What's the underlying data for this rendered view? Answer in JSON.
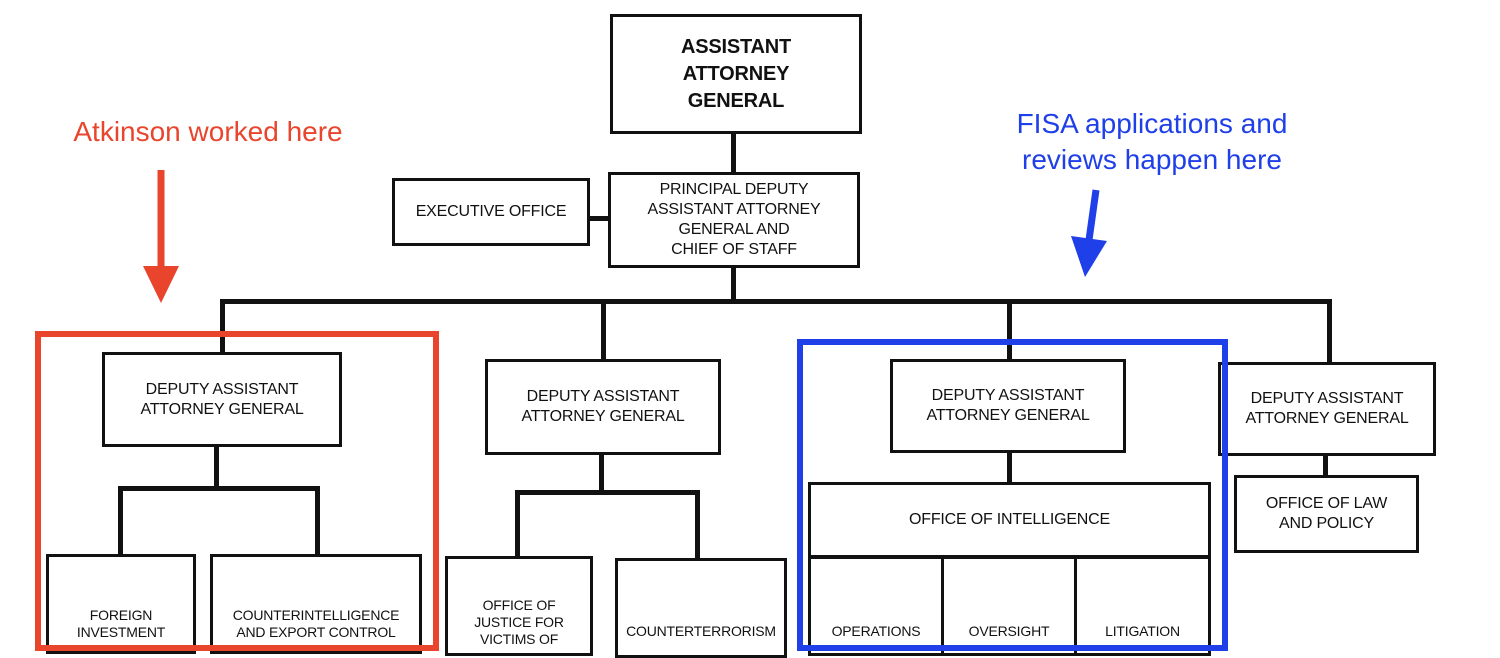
{
  "org_chart": {
    "top": "ASSISTANT\nATTORNEY\nGENERAL",
    "executive_office": "EXECUTIVE OFFICE",
    "principal_deputy": "PRINCIPAL DEPUTY\nASSISTANT ATTORNEY\nGENERAL AND\nCHIEF OF STAFF",
    "deputies": [
      "DEPUTY ASSISTANT\nATTORNEY GENERAL",
      "DEPUTY ASSISTANT\nATTORNEY GENERAL",
      "DEPUTY ASSISTANT\nATTORNEY GENERAL",
      "DEPUTY ASSISTANT\nATTORNEY GENERAL"
    ],
    "office_of_intelligence": "OFFICE OF INTELLIGENCE",
    "office_of_law_and_policy": "OFFICE OF LAW\nAND POLICY",
    "sections": {
      "foreign_investment": "FOREIGN\nINVESTMENT",
      "counterintelligence": "COUNTERINTELLIGENCE\nAND EXPORT CONTROL",
      "office_of_justice": "OFFICE OF\nJUSTICE FOR\nVICTIMS OF",
      "counterterrorism": "COUNTERTERRORISM",
      "operations": "OPERATIONS",
      "oversight": "OVERSIGHT",
      "litigation": "LITIGATION"
    }
  },
  "annotations": {
    "left_note": "Atkinson worked here",
    "right_note": "FISA applications and\nreviews happen here",
    "left_color": "#e8452c",
    "right_color": "#1f3fe8"
  }
}
